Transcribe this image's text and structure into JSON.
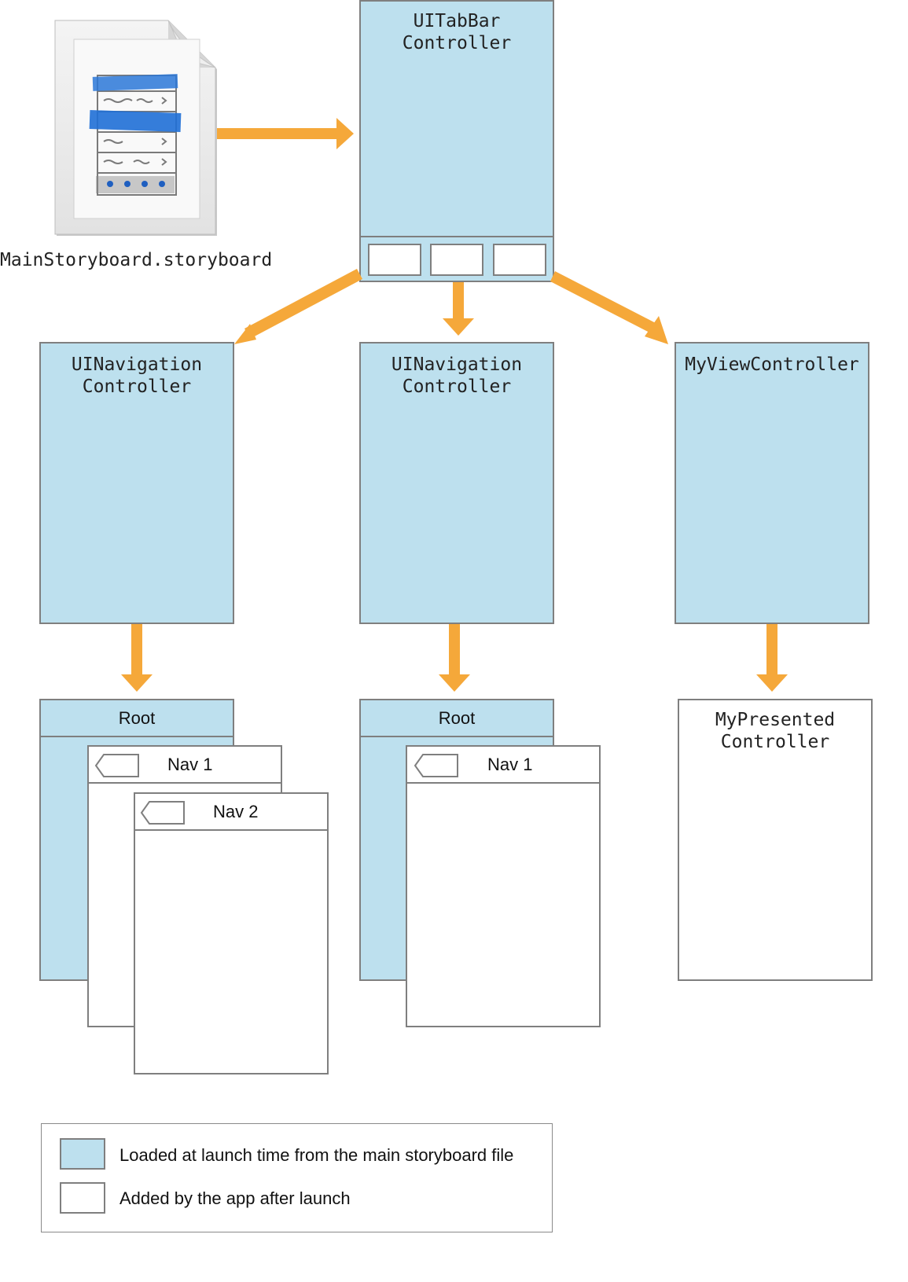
{
  "storyboard": {
    "file_label": "MainStoryboard.storyboard",
    "icon": "storyboard-document-icon"
  },
  "tabbar": {
    "title_line1": "UITabBar",
    "title_line2": "Controller"
  },
  "nav_controller_1": {
    "title_line1": "UINavigation",
    "title_line2": "Controller"
  },
  "nav_controller_2": {
    "title_line1": "UINavigation",
    "title_line2": "Controller"
  },
  "my_view_controller": {
    "title": "MyViewController"
  },
  "stack_1": {
    "root": "Root",
    "nav1": "Nav 1",
    "nav2": "Nav 2"
  },
  "stack_2": {
    "root": "Root",
    "nav1": "Nav 1"
  },
  "presented": {
    "title_line1": "MyPresented",
    "title_line2": "Controller"
  },
  "legend": {
    "loaded_label": "Loaded at launch time from the main storyboard file",
    "added_label": "Added by the app after launch"
  },
  "colors": {
    "loaded_fill": "#bde0ee",
    "added_fill": "#ffffff",
    "arrow": "#f5a83a",
    "border": "#7f7f7f"
  }
}
